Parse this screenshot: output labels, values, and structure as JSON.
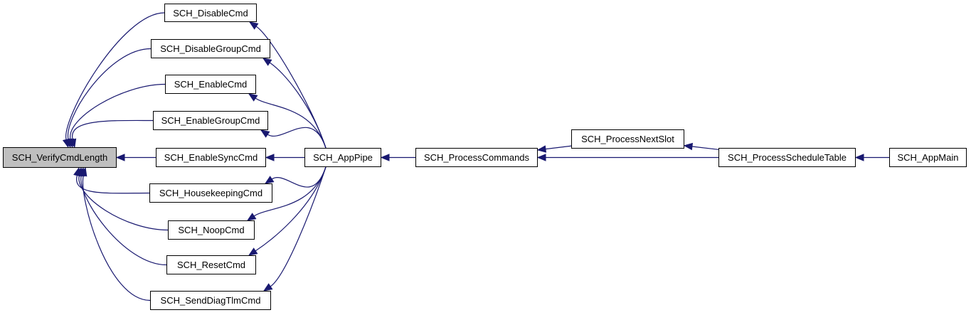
{
  "diagram": {
    "root": "SCH_VerifyCmdLength",
    "colors": {
      "edge": "#191970",
      "node_border": "#000000",
      "node_fill": "#ffffff",
      "root_fill": "#bfbfbf"
    },
    "nodes": {
      "verify": "SCH_VerifyCmdLength",
      "disable": "SCH_DisableCmd",
      "disable_group": "SCH_DisableGroupCmd",
      "enable": "SCH_EnableCmd",
      "enable_group": "SCH_EnableGroupCmd",
      "enable_sync": "SCH_EnableSyncCmd",
      "housekeeping": "SCH_HousekeepingCmd",
      "noop": "SCH_NoopCmd",
      "reset": "SCH_ResetCmd",
      "send_diag": "SCH_SendDiagTlmCmd",
      "app_pipe": "SCH_AppPipe",
      "process_commands": "SCH_ProcessCommands",
      "process_next_slot": "SCH_ProcessNextSlot",
      "process_schedule_table": "SCH_ProcessScheduleTable",
      "app_main": "SCH_AppMain"
    },
    "edges": [
      {
        "from": "disable",
        "to": "verify"
      },
      {
        "from": "disable_group",
        "to": "verify"
      },
      {
        "from": "enable",
        "to": "verify"
      },
      {
        "from": "enable_group",
        "to": "verify"
      },
      {
        "from": "enable_sync",
        "to": "verify"
      },
      {
        "from": "housekeeping",
        "to": "verify"
      },
      {
        "from": "noop",
        "to": "verify"
      },
      {
        "from": "reset",
        "to": "verify"
      },
      {
        "from": "send_diag",
        "to": "verify"
      },
      {
        "from": "app_pipe",
        "to": "disable"
      },
      {
        "from": "app_pipe",
        "to": "disable_group"
      },
      {
        "from": "app_pipe",
        "to": "enable"
      },
      {
        "from": "app_pipe",
        "to": "enable_group"
      },
      {
        "from": "app_pipe",
        "to": "enable_sync"
      },
      {
        "from": "app_pipe",
        "to": "housekeeping"
      },
      {
        "from": "app_pipe",
        "to": "noop"
      },
      {
        "from": "app_pipe",
        "to": "reset"
      },
      {
        "from": "app_pipe",
        "to": "send_diag"
      },
      {
        "from": "process_commands",
        "to": "app_pipe"
      },
      {
        "from": "process_next_slot",
        "to": "process_commands"
      },
      {
        "from": "process_schedule_table",
        "to": "process_commands"
      },
      {
        "from": "process_schedule_table",
        "to": "process_next_slot"
      },
      {
        "from": "app_main",
        "to": "process_schedule_table"
      }
    ]
  }
}
